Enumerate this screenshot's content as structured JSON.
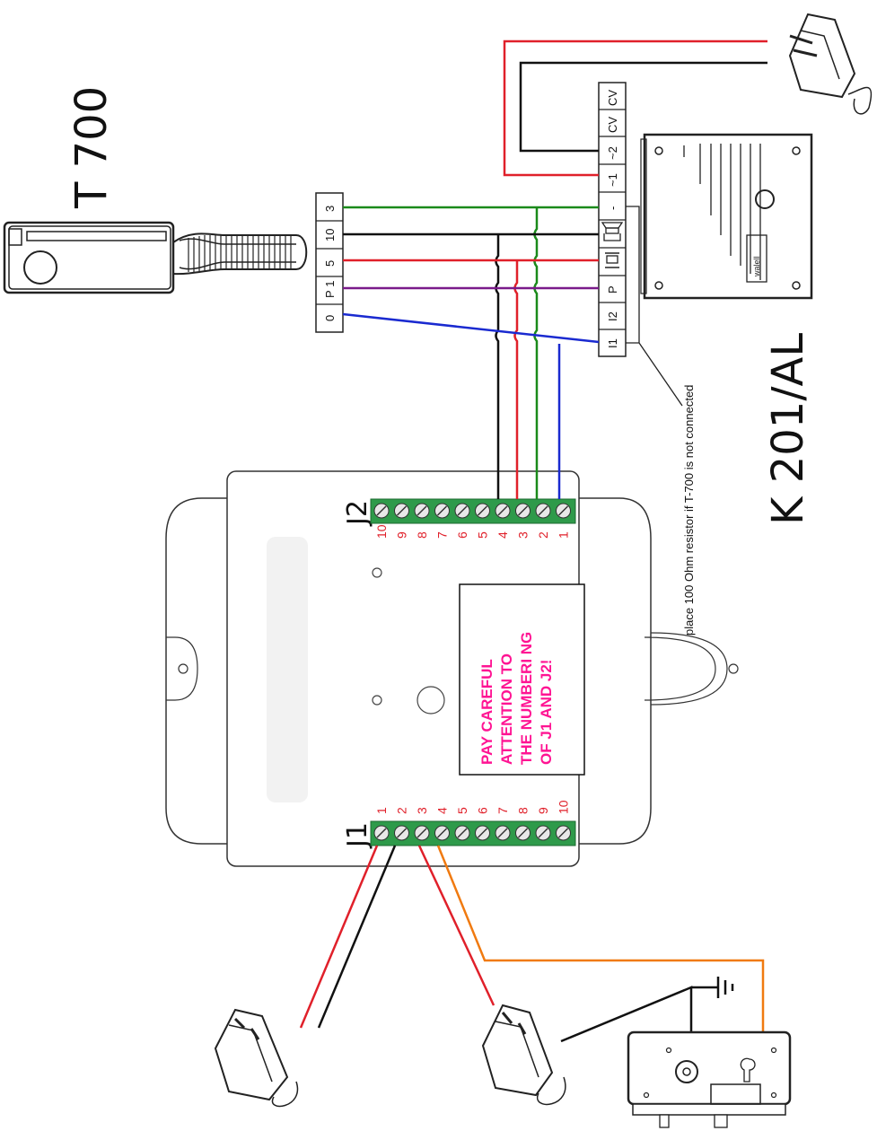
{
  "labels": {
    "t700": "T 700",
    "k201": "K 201/AL",
    "note": "place 100 Ohm resistor if T-700 is not connected",
    "warning_lines": [
      "PAY CAREFUL",
      "ATTENTION TO",
      "THE NUMBERI NG",
      "OF J1 AND J2!"
    ],
    "j1": "J1",
    "j2": "J2",
    "brand": "walell"
  },
  "t700_terminals": [
    {
      "label": "3"
    },
    {
      "label": "10"
    },
    {
      "label": "5"
    },
    {
      "label": "P 1"
    },
    {
      "label": "0"
    }
  ],
  "k201_terminals": [
    {
      "label": "CV"
    },
    {
      "label": "CV"
    },
    {
      "label": "~2"
    },
    {
      "label": "~1"
    },
    {
      "label": "-"
    },
    {
      "label": "speaker-symbol",
      "icon": "speaker-icon"
    },
    {
      "label": "button-symbol",
      "icon": "button-icon"
    },
    {
      "label": "P"
    },
    {
      "label": "I2"
    },
    {
      "label": "I1"
    }
  ],
  "j2_pins": [
    "10",
    "9",
    "8",
    "7",
    "6",
    "5",
    "4",
    "3",
    "2",
    "1"
  ],
  "j1_pins": [
    "1",
    "2",
    "3",
    "4",
    "5",
    "6",
    "7",
    "8",
    "9",
    "10"
  ],
  "colors": {
    "red": "#e0202a",
    "black": "#111111",
    "green": "#1a8a1a",
    "purple": "#7a1a8a",
    "blue": "#1a2ad0",
    "orange": "#f07a10",
    "terminal_green": "#2e9a4a",
    "warning": "#ff1493"
  }
}
